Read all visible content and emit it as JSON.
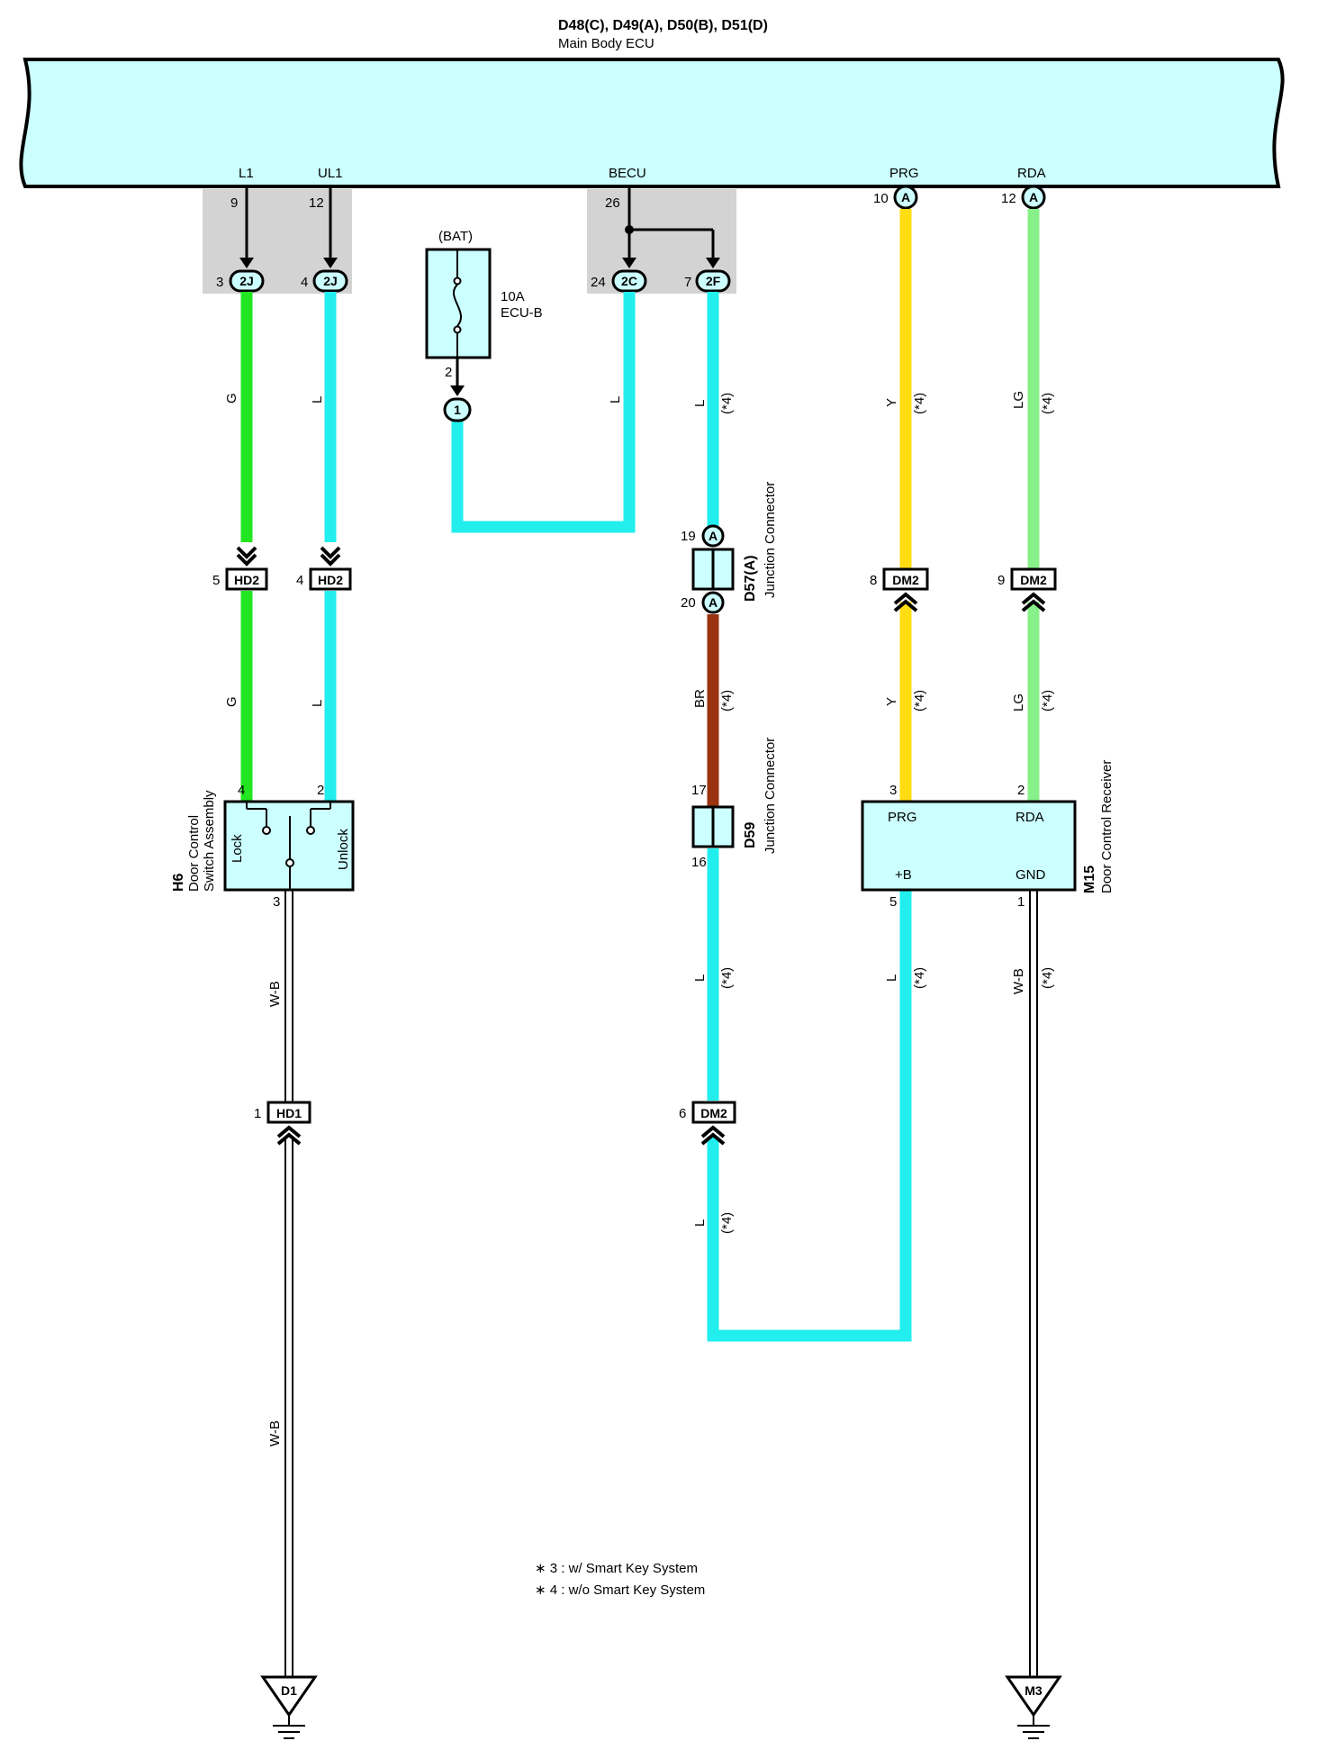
{
  "ecu": {
    "codes": "D48(C), D49(A), D50(B), D51(D)",
    "name": "Main Body ECU"
  },
  "ecu_pins": {
    "L1": {
      "name": "L1",
      "num": "9"
    },
    "UL1": {
      "name": "UL1",
      "num": "12"
    },
    "BECU": {
      "name": "BECU",
      "num": "26"
    },
    "PRG": {
      "name": "PRG",
      "num": "10",
      "conn": "A"
    },
    "RDA": {
      "name": "RDA",
      "num": "12",
      "conn": "A"
    }
  },
  "jb_connectors": {
    "c2J_a": {
      "num": "3",
      "code": "2J"
    },
    "c2J_b": {
      "num": "4",
      "code": "2J"
    },
    "c2C": {
      "num": "24",
      "code": "2C"
    },
    "c2F": {
      "num": "7",
      "code": "2F"
    }
  },
  "fuse": {
    "source": "(BAT)",
    "rating": "10A",
    "name": "ECU-B",
    "pin": "2",
    "conn": "1"
  },
  "wire_colors": {
    "G": "G",
    "L": "L",
    "Y": "Y",
    "LG": "LG",
    "BR": "BR",
    "WB": "W-B",
    "note4": "(*4)"
  },
  "inline_connectors": {
    "hd2_a": {
      "num": "5",
      "code": "HD2"
    },
    "hd2_b": {
      "num": "4",
      "code": "HD2"
    },
    "dm2_prg": {
      "num": "8",
      "code": "DM2"
    },
    "dm2_rda": {
      "num": "9",
      "code": "DM2"
    },
    "hd1": {
      "num": "1",
      "code": "HD1"
    },
    "dm2_l": {
      "num": "6",
      "code": "DM2"
    }
  },
  "d57": {
    "pin_top": "19",
    "pin_bottom": "20",
    "conn": "A",
    "code": "D57(A)",
    "name": "Junction Connector"
  },
  "d59": {
    "pin_top": "17",
    "pin_bottom": "16",
    "code": "D59",
    "name": "Junction Connector"
  },
  "h6": {
    "code": "H6",
    "name_line1": "Door Control",
    "name_line2": "Switch Assembly",
    "lock": "Lock",
    "unlock": "Unlock",
    "pin_lock": "4",
    "pin_unlock": "2",
    "pin_gnd": "3"
  },
  "m15": {
    "code": "M15",
    "name": "Door Control Receiver",
    "prg": "PRG",
    "rda": "RDA",
    "b": "+B",
    "gnd": "GND",
    "pin_prg": "3",
    "pin_rda": "2",
    "pin_b": "5",
    "pin_gnd": "1"
  },
  "grounds": {
    "left": "D1",
    "right": "M3"
  },
  "notes": [
    "∗ 3 : w/ Smart Key System",
    "∗ 4 : w/o Smart Key System"
  ],
  "colors": {
    "ecu_fill": "#ccffff",
    "shade": "#d3d3d3",
    "wire_g": "#22e622",
    "wire_l": "#22eeee",
    "wire_y": "#ffdd11",
    "wire_lg": "#88f088",
    "wire_br": "#993311"
  }
}
